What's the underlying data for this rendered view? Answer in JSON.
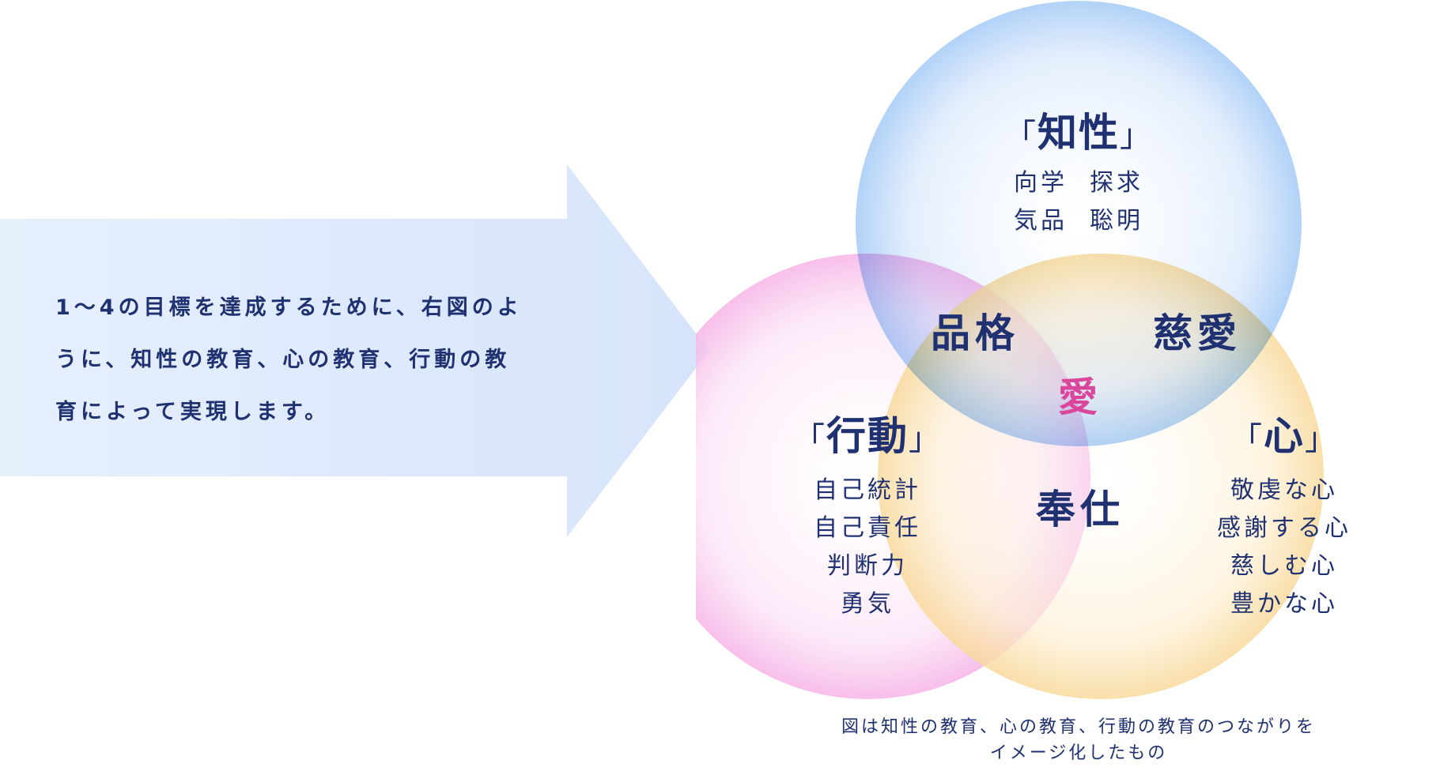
{
  "intro": {
    "lines": [
      "1〜4の目標を達成するために、右図のよ",
      "うに、知性の教育、心の教育、行動の教",
      "育によって実現します。"
    ]
  },
  "venn": {
    "top": {
      "title": "知性",
      "traits": [
        [
          "向学",
          "探求"
        ],
        [
          "気品",
          "聡明"
        ]
      ],
      "color": "#a9cdf7"
    },
    "left": {
      "title": "行動",
      "traits": [
        "自己統計",
        "自己責任",
        "判断力",
        "勇気"
      ],
      "color": "#f6b3e6"
    },
    "right": {
      "title": "心",
      "traits": [
        "敬虔な心",
        "感謝する心",
        "慈しむ心",
        "豊かな心"
      ],
      "color": "#f8d99a"
    },
    "overlaps": {
      "top_left": "品格",
      "top_right": "慈愛",
      "left_right": "奉仕",
      "center": "愛"
    },
    "bracket_open": "「",
    "bracket_close": "」"
  },
  "caption": {
    "lines": [
      "図は知性の教育、心の教育、行動の教育のつながりを",
      "イメージ化したもの"
    ]
  },
  "colors": {
    "text": "#1f3170",
    "center": "#d9469c",
    "arrow": "#dce8fc"
  }
}
